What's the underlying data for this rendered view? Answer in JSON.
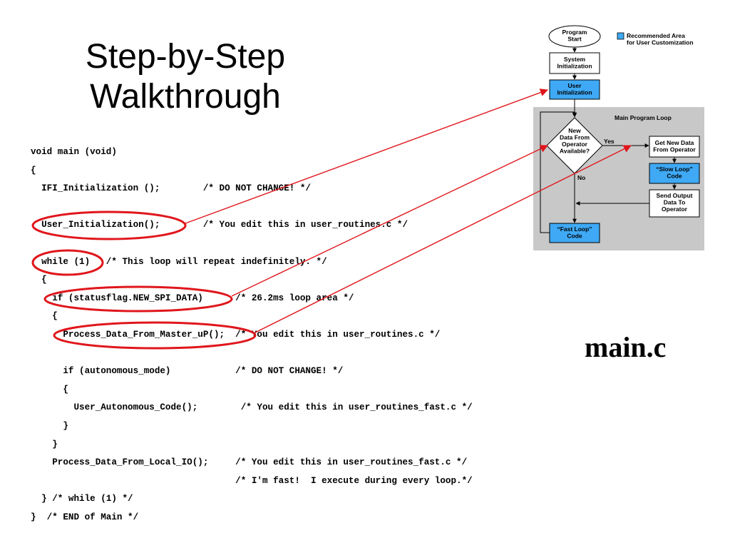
{
  "title": {
    "line1": "Step-by-Step",
    "line2": "Walkthrough"
  },
  "filename": "main.c",
  "code_lines": [
    "void main (void)",
    "{",
    "  IFI_Initialization ();        /* DO NOT CHANGE! */",
    "",
    "  User_Initialization();        /* You edit this in user_routines.c */",
    "",
    "  while (1)   /* This loop will repeat indefinitely. */",
    "  {",
    "    if (statusflag.NEW_SPI_DATA)      /* 26.2ms loop area */",
    "    {",
    "      Process_Data_From_Master_uP();  /* You edit this in user_routines.c */",
    "",
    "      if (autonomous_mode)            /* DO NOT CHANGE! */",
    "      {",
    "        User_Autonomous_Code();        /* You edit this in user_routines_fast.c */",
    "      }",
    "    }",
    "    Process_Data_From_Local_IO();     /* You edit this in user_routines_fast.c */",
    "                                      /* I'm fast!  I execute during every loop.*/",
    "  } /* while (1) */",
    "}  /* END of Main */"
  ],
  "flowchart": {
    "program_start": [
      "Program",
      "Start"
    ],
    "system_init": [
      "System",
      "Initialization"
    ],
    "user_init": [
      "User",
      "Initialization"
    ],
    "main_loop_label": "Main Program Loop",
    "decision": [
      "New",
      "Data From",
      "Operator",
      "Available?"
    ],
    "yes_label": "Yes",
    "no_label": "No",
    "get_new_data": [
      "Get New Data",
      "From Operator"
    ],
    "slow_loop": [
      "“Slow Loop”",
      "Code"
    ],
    "send_output": [
      "Send Output",
      "Data To",
      "Operator"
    ],
    "fast_loop": [
      "“Fast Loop”",
      "Code"
    ],
    "legend": [
      "Recommended Area",
      "for User Customization"
    ]
  },
  "colors": {
    "highlight_red": "#e0161c",
    "custom_blue": "#3fa9f5",
    "loop_gray": "#c8c8c8"
  }
}
